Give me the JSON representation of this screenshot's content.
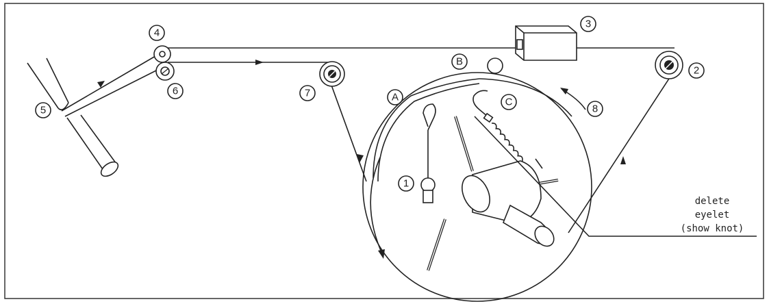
{
  "diagram": {
    "callouts": {
      "c1": "1",
      "c2": "2",
      "c3": "3",
      "c4": "4",
      "c5": "5",
      "c6": "6",
      "c7": "7",
      "c8": "8",
      "cA": "A",
      "cB": "B",
      "cC": "C"
    },
    "note": {
      "line1": "delete",
      "line2": "eyelet",
      "line3": "(show knot)"
    }
  }
}
